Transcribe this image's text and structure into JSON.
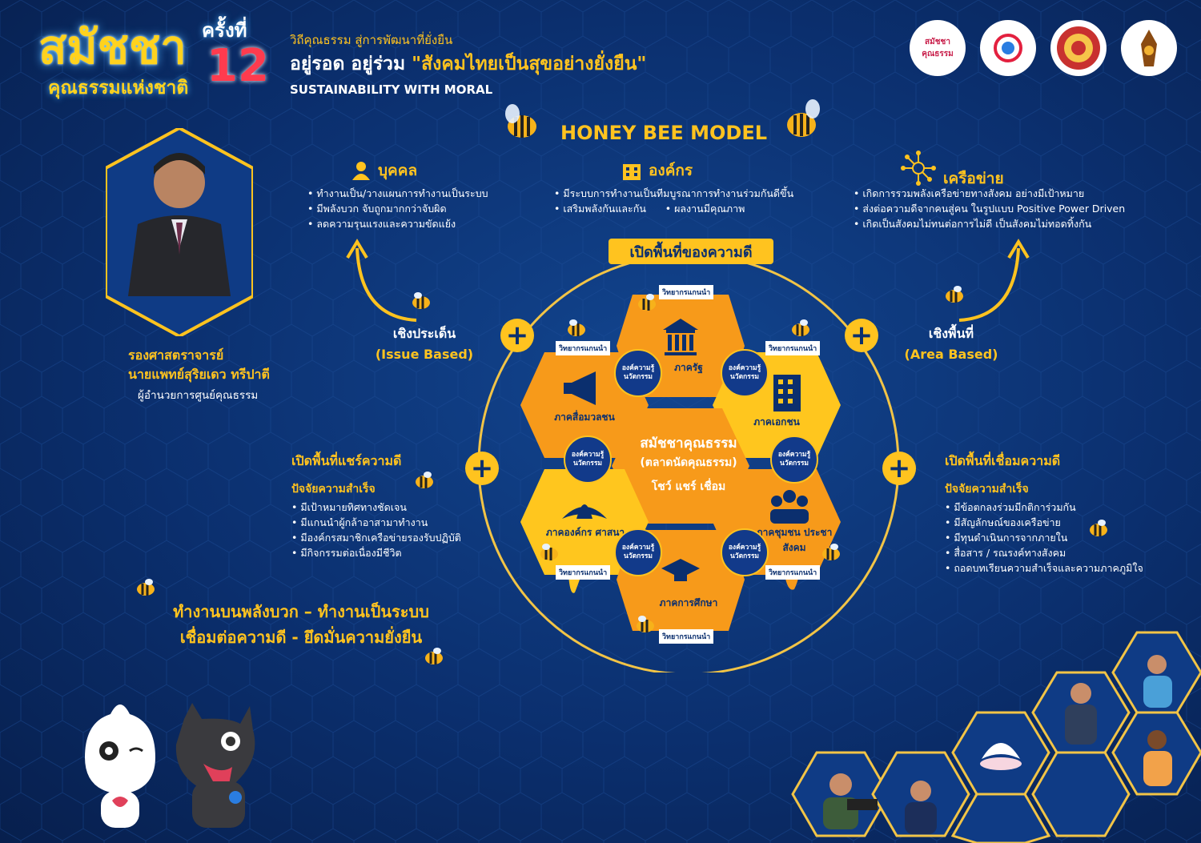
{
  "header": {
    "brand_title": "สมัชชา",
    "brand_subtitle": "คุณธรรมแห่งชาติ",
    "edition_label": "ครั้งที่",
    "edition_number": "12",
    "tagline_small": "วิถีคุณธรรม สู่การพัฒนาที่ยั่งยืน",
    "tagline_main_a": "อยู่รอด อยู่ร่วม ",
    "tagline_main_b": "\"สังคมไทยเป็นสุขอย่างยั่งยืน\"",
    "tagline_en": "SUSTAINABILITY WITH MORAL",
    "logos": [
      "สมัชชา คุณธรรม",
      "",
      "",
      ""
    ]
  },
  "model_title": "HONEY BEE MODEL",
  "person": {
    "title": "รองศาสตราจารย์",
    "name": "นายแพทย์สุริยเดว ทรีปาตี",
    "position": "ผู้อำนวยการศูนย์คุณธรรม"
  },
  "sections": {
    "individual": {
      "title": "บุคคล",
      "icon": "person-icon",
      "items": [
        "ทำงานเป็น/วางแผนการทำงานเป็นระบบ",
        "มีพลังบวก จับถูกมากกว่าจับผิด",
        "ลดความรุนแรงและความขัดแย้ง"
      ]
    },
    "organization": {
      "title": "องค์กร",
      "icon": "building-icon",
      "items": [
        "มีระบบการทำงานเป็นทีมบูรณาการทำงานร่วมกันดีขึ้น",
        "เสริมพลังกันและกัน",
        "ผลงานมีคุณภาพ"
      ]
    },
    "network": {
      "title": "เครือข่าย",
      "icon": "network-icon",
      "items": [
        "เกิดการรวมพลังเครือข่ายทางสังคม อย่างมีเป้าหมาย",
        "ส่งต่อความดีจากคนสู่คน ในรูปแบบ Positive Power Driven",
        "เกิดเป็นสังคมไม่ทนต่อการไม่ดี เป็นสังคมไม่ทอดทิ้งกัน"
      ]
    }
  },
  "open_space_label": "เปิดพื้นที่ของความดี",
  "issue_based": {
    "th": "เชิงประเด็น",
    "en": "(Issue Based)"
  },
  "area_based": {
    "th": "เชิงพื้นที่",
    "en": "(Area Based)"
  },
  "center": {
    "line1": "สมัชชาคุณธรรม",
    "line2": "(ตลาดนัดคุณธรรม)",
    "line3": "โชว์ แชร์ เชื่อม"
  },
  "hexes": {
    "state": "ภาครัฐ",
    "media": "ภาคสื่อมวลชน",
    "private": "ภาคเอกชน",
    "religion": "ภาคองค์กร ศาสนา",
    "community": "ภาคชุมชน ประชาสังคม",
    "education": "ภาคการศึกษา"
  },
  "knowledge_badge": "องค์ความรู้ นวัตกรรม",
  "lead_tag": "วิทยากรแกนนำ",
  "share_space": {
    "title": "เปิดพื้นที่แชร์ความดี",
    "factor_title": "ปัจจัยความสำเร็จ",
    "items": [
      "มีเป้าหมายทิศทางชัดเจน",
      "มีแกนนำผู้กล้าอาสามาทำงาน",
      "มีองค์กรสมาชิกเครือข่ายรองรับปฏิบัติ",
      "มีกิจกรรมต่อเนื่องมีชีวิต"
    ]
  },
  "connect_space": {
    "title": "เปิดพื้นที่เชื่อมความดี",
    "factor_title": "ปัจจัยความสำเร็จ",
    "items": [
      "มีข้อตกลงร่วมมีกติการ่วมกัน",
      "มีสัญลักษณ์ของเครือข่าย",
      "มีทุนดำเนินการจากภายใน",
      "สื่อสาร / รณรงค์ทางสังคม",
      "ถอดบทเรียนความสำเร็จและความภาคภูมิใจ"
    ]
  },
  "motto": {
    "line1": "ทำงานบนพลังบวก – ทำงานเป็นระบบ",
    "line2": "เชื่อมต่อความดี - ยึดมั่นความยั่งยืน"
  },
  "colors": {
    "background": "#0b2f6e",
    "accent": "#ffc31f",
    "hex_orange": "#f79a1a",
    "hex_yellow": "#ffc61e"
  }
}
